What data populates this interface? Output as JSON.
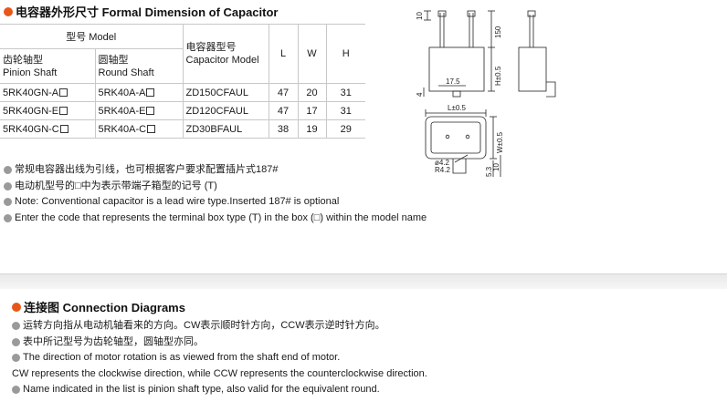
{
  "section1": {
    "title": "电容器外形尺寸 Formal Dimension of Capacitor",
    "table": {
      "h_model": "型号 Model",
      "h_pinion_cn": "齿轮轴型",
      "h_pinion_en": "Pinion Shaft",
      "h_round_cn": "圆轴型",
      "h_round_en": "Round Shaft",
      "h_cap_cn": "电容器型号",
      "h_cap_en": "Capacitor Model",
      "h_L": "L",
      "h_W": "W",
      "h_H": "H",
      "rows": [
        {
          "pinion": "5RK40GN-A",
          "round": "5RK40A-A",
          "cap": "ZD150CFAUL",
          "L": "47",
          "W": "20",
          "H": "31"
        },
        {
          "pinion": "5RK40GN-E",
          "round": "5RK40A-E",
          "cap": "ZD120CFAUL",
          "L": "47",
          "W": "17",
          "H": "31"
        },
        {
          "pinion": "5RK40GN-C",
          "round": "5RK40A-C",
          "cap": "ZD30BFAUL",
          "L": "38",
          "W": "19",
          "H": "29"
        }
      ]
    },
    "notes": [
      "常规电容器出线为引线，也可根据客户要求配置插片式187#",
      "电动机型号的□中为表示带端子箱型的记号 (T)",
      "Note: Conventional capacitor is a lead wire type.Inserted 187#  is optional",
      "Enter the code that represents the terminal box type (T) in the box (□) within the model name"
    ],
    "drawing": {
      "d10": "10",
      "d150": "150",
      "d17_5": "17.5",
      "d4": "4",
      "dH": "H±0.5",
      "dL": "L±0.5",
      "dW": "W±0.5",
      "d4_2": "ø4.2",
      "dR4_2": "R4.2",
      "d5_3": "5.3",
      "d10b": "10"
    }
  },
  "section2": {
    "title": "连接图 Connection Diagrams",
    "notes": [
      "运转方向指从电动机轴看来的方向。CW表示顺时针方向，CCW表示逆时针方向。",
      "表中所记型号为齿轮轴型，圆轴型亦同。",
      "The direction of motor rotation is as viewed from the shaft end of motor.",
      "CW represents the clockwise direction, while CCW represents the counterclockwise direction.",
      "Name indicated in the list is pinion shaft type, also valid for the equivalent round."
    ]
  }
}
